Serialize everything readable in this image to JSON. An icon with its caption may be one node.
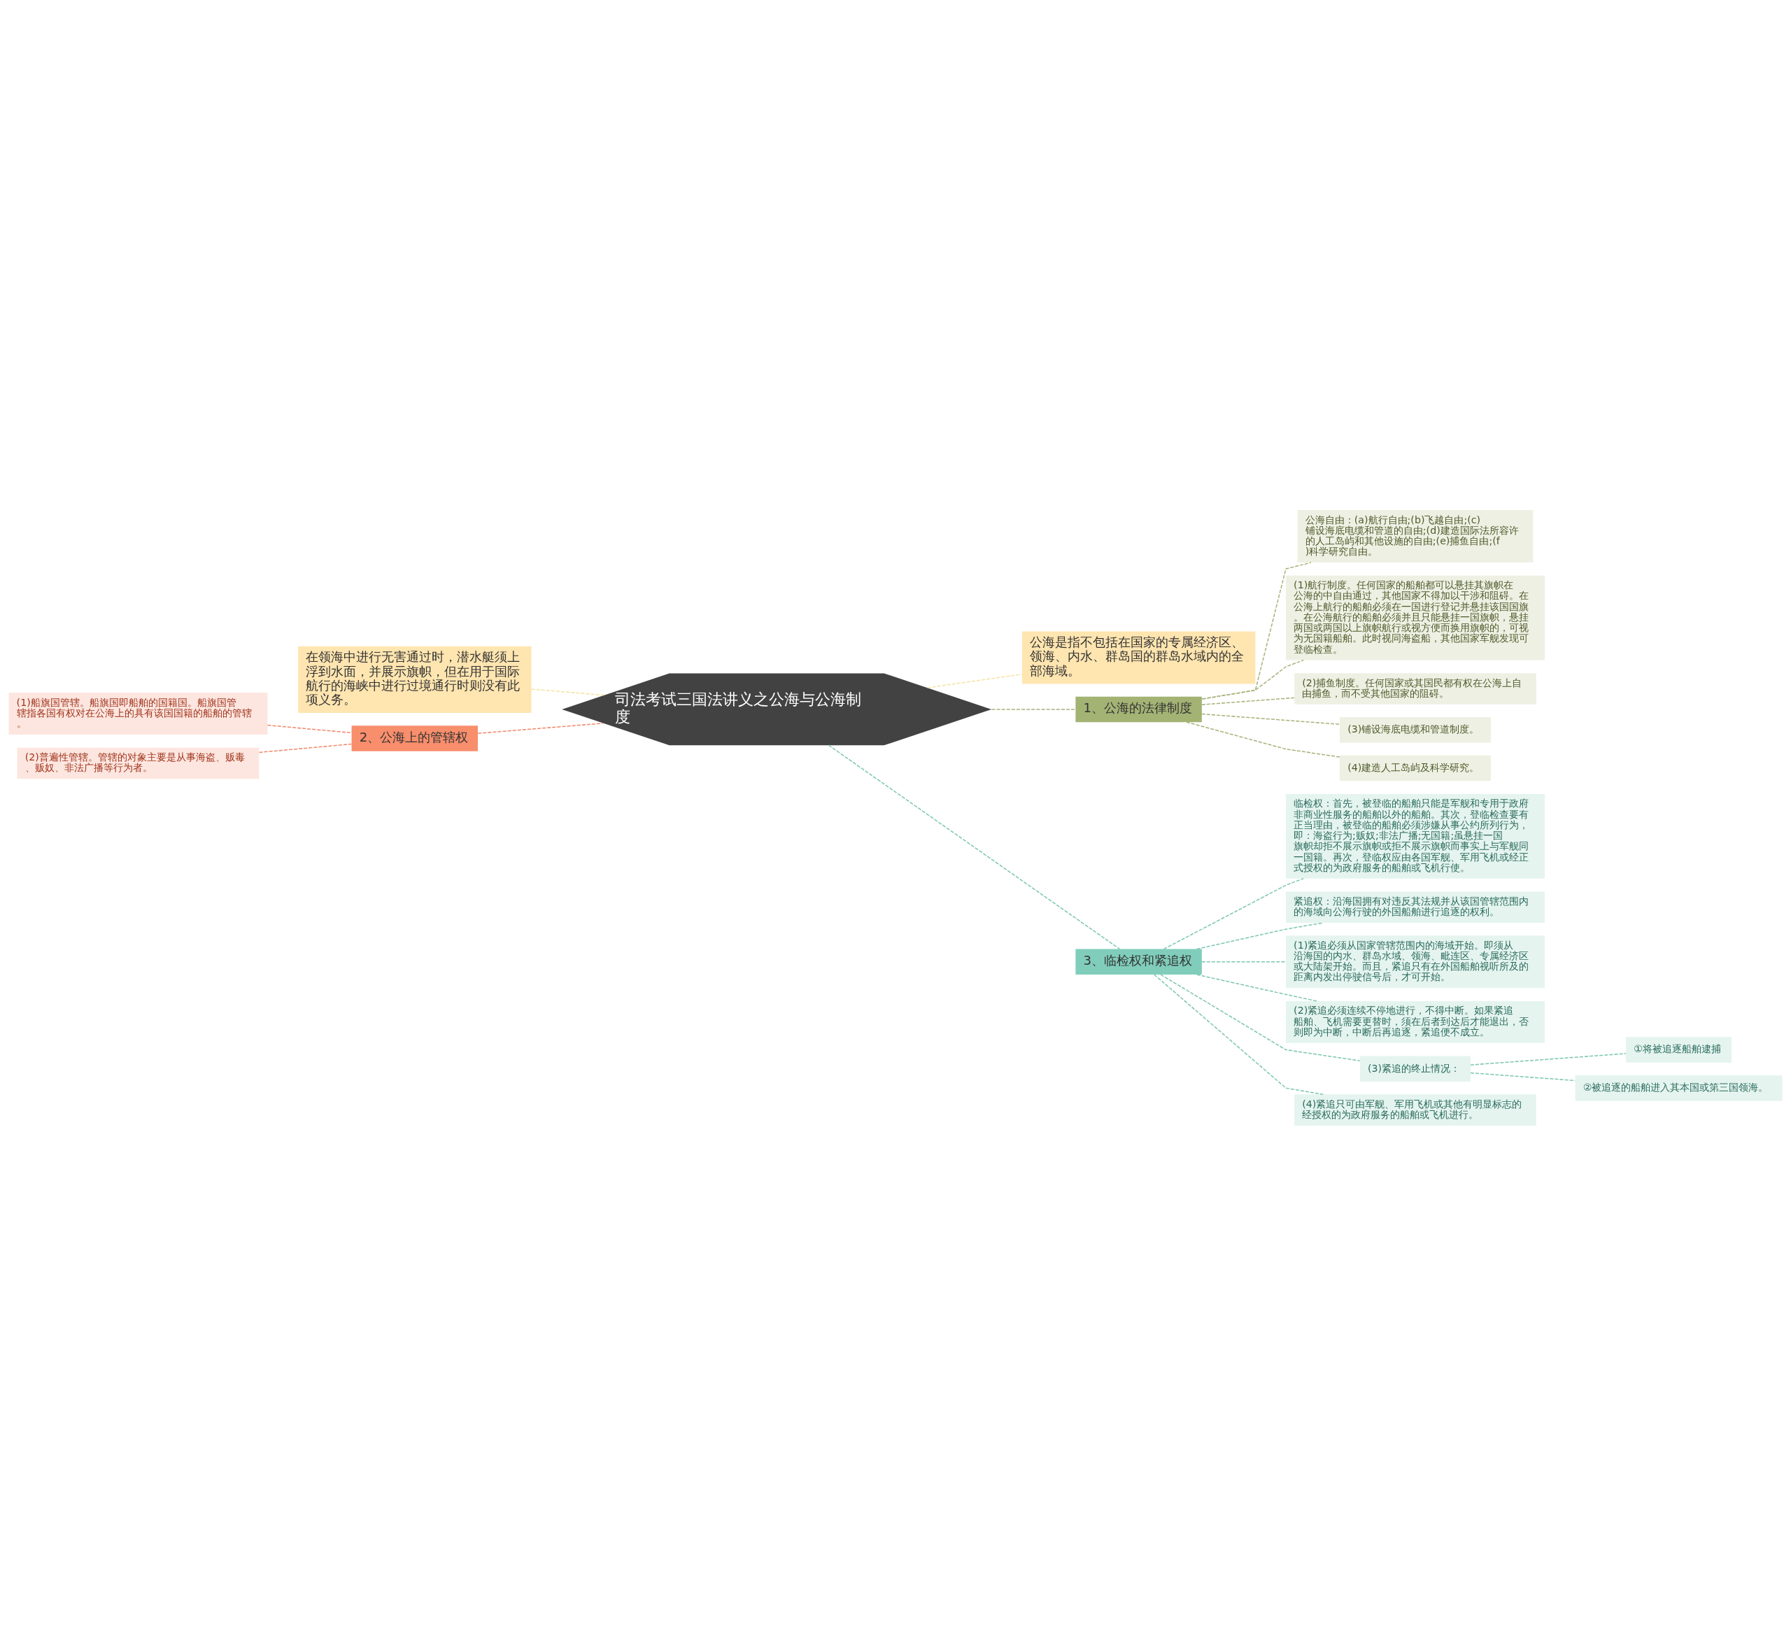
{
  "diagram": {
    "nodes": [
      {
        "text": [
          "司法考试三国法讲义之公海与公海制度"
        ]
      },
      {
        "text": [
          "公海是指不包括在国家的专属经济区、领海、内水、群岛国的群岛水域内的全部海域。"
        ]
      },
      {
        "text": [
          "1、公海的法律制度"
        ]
      },
      {
        "text": [
          "公海自由：(a)航行自由;(b)飞越自由;(c)铺设海底电缆和管道的自由;(d)建造国际法所容许的人工岛屿和其他设施的自由;(e)捕鱼自由;(f)科学研究自由。"
        ]
      },
      {
        "text": [
          "(1)航行制度。任何国家的船舶都可以悬挂其旗帜在公海的中自由通过，其他国家不得加以干涉和阻碍。在公海上航行的船舶必须在一国进行登记并悬挂该国国旗。在公海航行的船舶必须并且只能悬挂一国旗帜，悬挂两国或两国以上旗帜航行或视方便而换用旗帜的，可视为无国籍船舶。此时视同海盗船，其他国家军舰发现可登临检查。"
        ]
      },
      {
        "text": [
          "(2)捕鱼制度。任何国家或其国民都有权在公海上自由捕鱼，而不受其他国家的阻碍。"
        ]
      },
      {
        "text": [
          "(3)铺设海底电缆和管道制度。"
        ]
      },
      {
        "text": [
          "(4)建造人工岛屿及科学研究。"
        ]
      },
      {
        "text": [
          "3、临检权和紧追权"
        ]
      },
      {
        "text": [
          "临检权：首先，被登临的船舶只能是军舰和专用于政府非商业性服务的船舶以外的船舶。其次，登临检查要有正当理由，被登临的船舶必须涉嫌从事公约所列行为，即：海盗行为;贩奴;非法广播;无国籍;虽悬挂一国旗帜却拒不展示旗帜或拒不展示旗帜而事实上与军舰同一国籍。再次，登临权应由各国军舰、军用飞机或经正式授权的为政府服务的船舶或飞机行使。"
        ]
      },
      {
        "text": [
          "紧追权：沿海国拥有对违反其法规并从该国管辖范围内的海域向公海行驶的外国船舶进行追逐的权利。"
        ]
      },
      {
        "text": [
          "(1)紧追必须从国家管辖范围内的海域开始。即须从沿海国的内水、群岛水域、领海、毗连区、专属经济区或大陆架开始。而且，紧追只有在外国船舶视听所及的距离内发出停驶信号后，才可开始。"
        ]
      },
      {
        "text": [
          "(2)紧追必须连续不停地进行，不得中断。如果紧追船舶、飞机需要更替时，须在后者到达后才能退出，否则即为中断，中断后再追逐，紧追便不成立。"
        ]
      },
      {
        "text": [
          "(3)紧追的终止情况："
        ]
      },
      {
        "text": [
          "①将被追逐船舶逮捕"
        ]
      },
      {
        "text": [
          "②被追逐的船舶进入其本国或第三国领海。"
        ]
      },
      {
        "text": [
          "(4)紧追只可由军舰、军用飞机或其他有明显标志的经授权的为政府服务的船舶或飞机进行。"
        ]
      },
      {
        "text": [
          "在领海中进行无害通过时，潜水艇须上浮到水面，并展示旗帜，但在用于国际航行的海峡中进行过境通行时则没有此项义务。"
        ]
      },
      {
        "text": [
          "2、公海上的管辖权"
        ]
      },
      {
        "text": [
          "(1)船旗国管辖。船旗国即船舶的国籍国。船旗国管辖指各国有权对在公海上的具有该国国籍的船舶的管辖。"
        ]
      },
      {
        "text": [
          "(2)普遍性管辖。管辖的对象主要是从事海盗、贩毒、贩奴、非法广播等行为者。"
        ]
      }
    ],
    "edges": [
      {
        "from": 0,
        "to": 1,
        "arrow": "none",
        "color": "#f3e3a3"
      },
      {
        "from": 0,
        "to": 2,
        "arrow": "none",
        "color": "#a5b47a"
      },
      {
        "from": 2,
        "to": 3,
        "arrow": "none",
        "color": "#a5b47a"
      },
      {
        "from": 2,
        "to": 4,
        "arrow": "none",
        "color": "#a5b47a"
      },
      {
        "from": 2,
        "to": 5,
        "arrow": "none",
        "color": "#a5b47a"
      },
      {
        "from": 2,
        "to": 6,
        "arrow": "none",
        "color": "#a5b47a"
      },
      {
        "from": 2,
        "to": 7,
        "arrow": "none",
        "color": "#a5b47a"
      },
      {
        "from": 0,
        "to": 8,
        "arrow": "none",
        "color": "#7cc6b2"
      },
      {
        "from": 8,
        "to": 9,
        "arrow": "none",
        "color": "#7cc6b2"
      },
      {
        "from": 8,
        "to": 10,
        "arrow": "none",
        "color": "#7cc6b2"
      },
      {
        "from": 8,
        "to": 11,
        "arrow": "none",
        "color": "#7cc6b2"
      },
      {
        "from": 8,
        "to": 12,
        "arrow": "none",
        "color": "#7cc6b2"
      },
      {
        "from": 8,
        "to": 13,
        "arrow": "none",
        "color": "#7cc6b2"
      },
      {
        "from": 13,
        "to": 14,
        "arrow": "none",
        "color": "#7cc6b2"
      },
      {
        "from": 13,
        "to": 15,
        "arrow": "none",
        "color": "#7cc6b2"
      },
      {
        "from": 8,
        "to": 16,
        "arrow": "none",
        "color": "#7cc6b2"
      },
      {
        "from": 0,
        "to": 17,
        "arrow": "none",
        "color": "#f3e3a3"
      },
      {
        "from": 0,
        "to": 18,
        "arrow": "none",
        "color": "#f1896a"
      },
      {
        "from": 18,
        "to": 19,
        "arrow": "none",
        "color": "#f1896a"
      },
      {
        "from": 18,
        "to": 20,
        "arrow": "none",
        "color": "#f1896a"
      }
    ]
  }
}
